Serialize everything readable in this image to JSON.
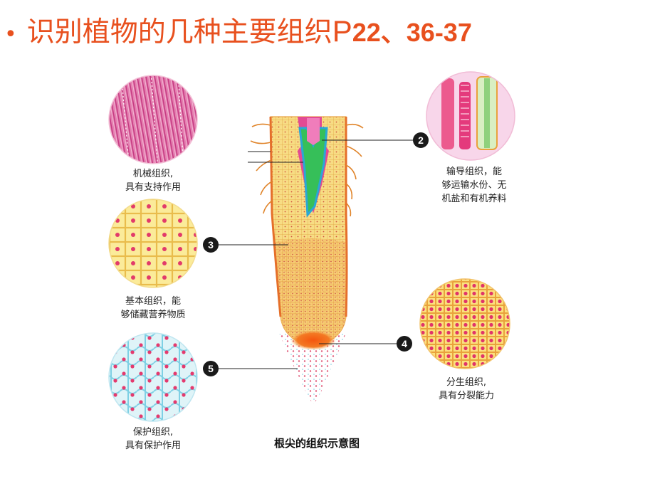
{
  "title": {
    "bullet": "•",
    "text_cn": "识别植物的几种主要组织",
    "text_p": "P",
    "text_pages": "22、36-37"
  },
  "diagram_title": "根尖的组织示意图",
  "markers": [
    "❷",
    "❸",
    "❹",
    "❺"
  ],
  "captions": {
    "mechanical": [
      "机械组织,",
      "具有支持作用"
    ],
    "conducting": [
      "输导组织，能",
      "够运输水份、无",
      "机盐和有机养料"
    ],
    "ground": [
      "基本组织，能",
      "够储藏营养物质"
    ],
    "meristem": [
      "分生组织,",
      "具有分裂能力"
    ],
    "protective": [
      "保护组织,",
      "具有保护作用"
    ]
  },
  "colors": {
    "title": "#e8501e",
    "root_fill": "#f5d77a",
    "root_cells": "#e6a43c",
    "xylem": "#2fc15a",
    "phloem": "#e0458f",
    "cap": "#b8dde8",
    "meristem": "#f06a14"
  }
}
